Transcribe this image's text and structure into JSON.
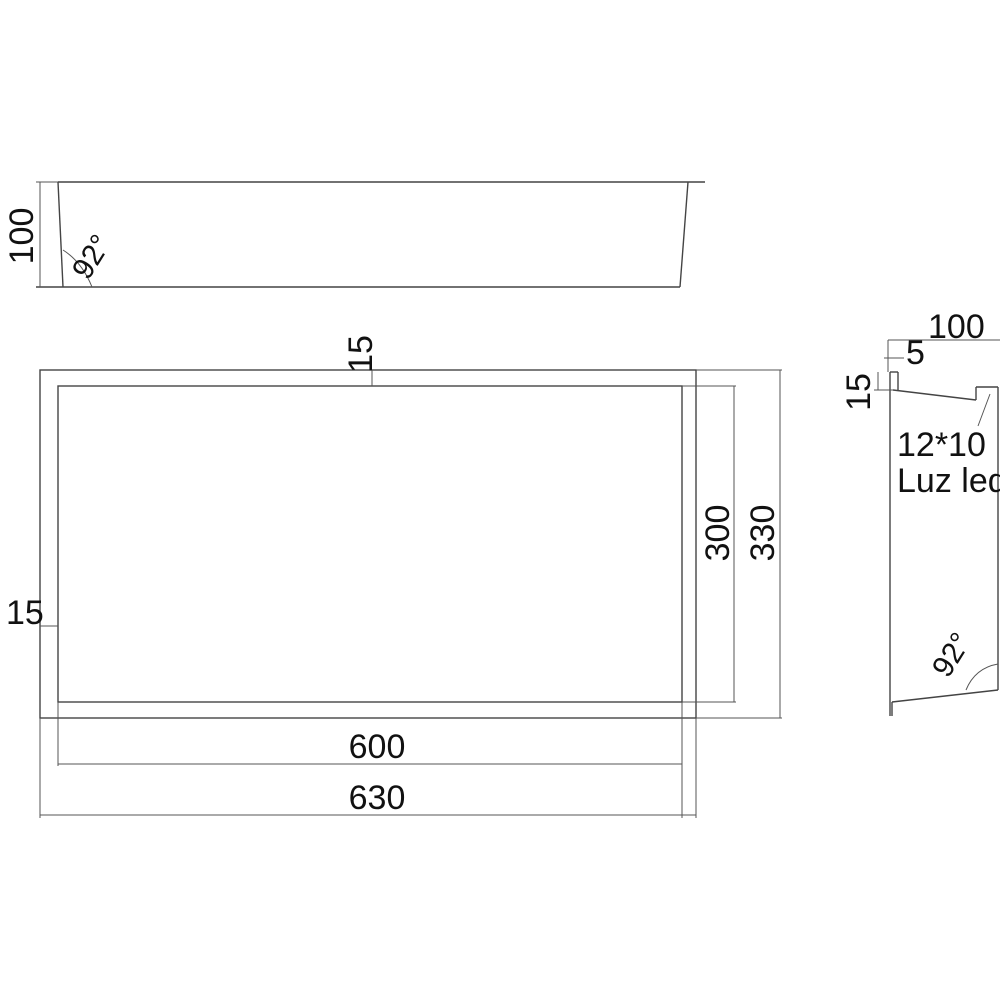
{
  "drawing": {
    "top_view": {
      "depth_label": "100",
      "angle_label": "92°"
    },
    "front_view": {
      "top_border_label": "15",
      "left_border_label": "15",
      "inner_height_label": "300",
      "outer_height_label": "330",
      "inner_width_label": "600",
      "outer_width_label": "630"
    },
    "side_view": {
      "depth_label": "100",
      "offset_label": "5",
      "border_label": "15",
      "led_size_label": "12*10",
      "led_text_label": "Luz led",
      "angle_label": "92°"
    },
    "colors": {
      "line": "#444444",
      "text": "#111111",
      "background": "#ffffff"
    }
  }
}
